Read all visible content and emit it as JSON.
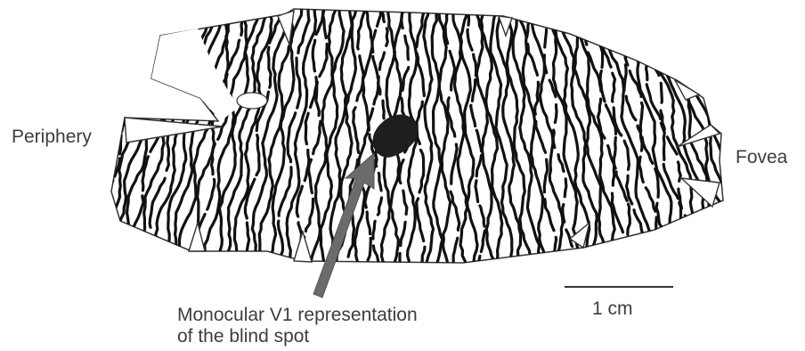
{
  "labels": {
    "periphery": "Periphery",
    "fovea": "Fovea",
    "blind_spot_line1": "Monocular V1 representation",
    "blind_spot_line2": "of the blind spot",
    "scale_bar": "1 cm"
  },
  "colors": {
    "stripe": "#111111",
    "arrow": "#6b6b6b",
    "blind_spot": "#1e1e1e",
    "outline": "#333333"
  }
}
